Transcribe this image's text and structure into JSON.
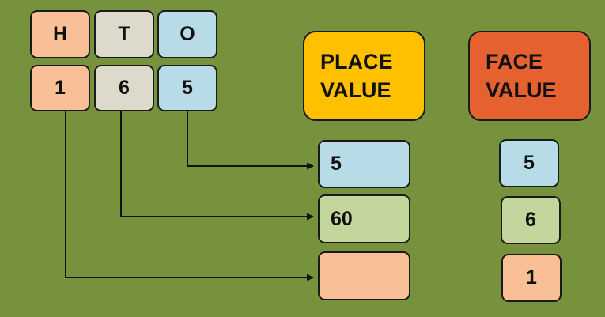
{
  "colors": {
    "background": "#77923c",
    "hundreds": "#f9bf97",
    "tens": "#dedacb",
    "ones": "#b8dce7",
    "tens_place": "#c3d69b",
    "place_value_header": "#ffc000",
    "face_value_header": "#e56230"
  },
  "place_headers": {
    "hundreds": "H",
    "tens": "T",
    "ones": "O"
  },
  "digits": {
    "hundreds": "1",
    "tens": "6",
    "ones": "5"
  },
  "place_value": {
    "title_line1": "PLACE",
    "title_line2": "VALUE",
    "ones": "5",
    "tens": "60",
    "hundreds": ""
  },
  "face_value": {
    "title_line1": "FACE",
    "title_line2": "VALUE",
    "ones": "5",
    "tens": "6",
    "hundreds": "1"
  }
}
